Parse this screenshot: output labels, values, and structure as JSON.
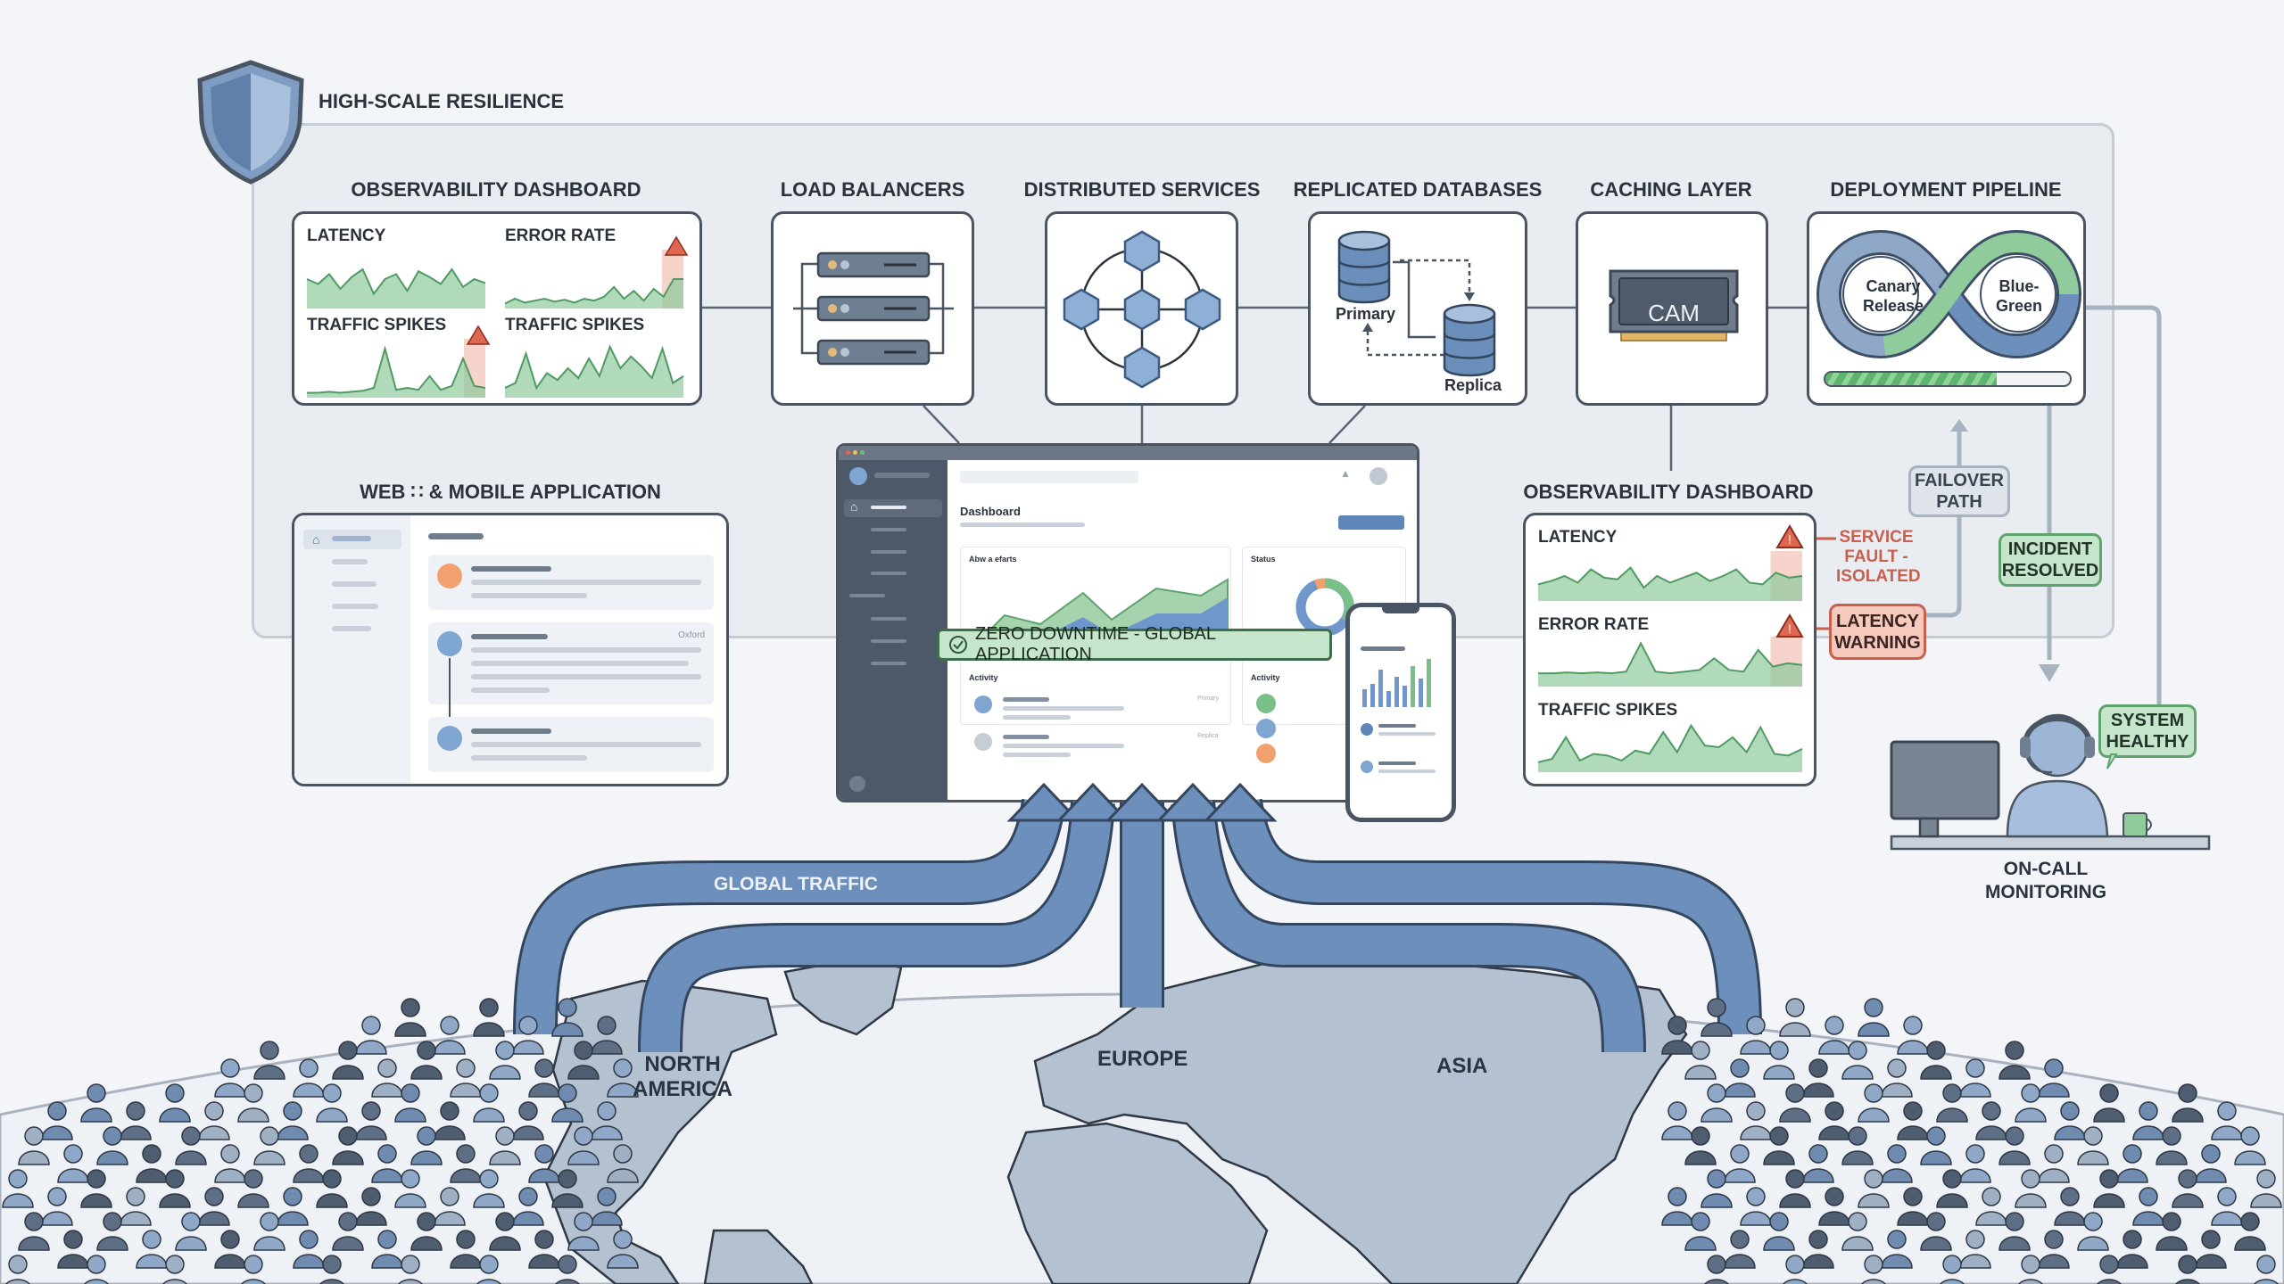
{
  "header": {
    "title": "HIGH-SCALE RESILIENCE",
    "icon": "shield-icon"
  },
  "observability_top": {
    "title": "OBSERVABILITY DASHBOARD",
    "charts": [
      "LATENCY",
      "ERROR RATE",
      "TRAFFIC SPIKES",
      "TRAFFIC SPIKES"
    ]
  },
  "load_balancers": {
    "title": "LOAD BALANCERS"
  },
  "distributed_services": {
    "title": "DISTRIBUTED SERVICES"
  },
  "replicated_databases": {
    "title": "REPLICATED DATABASES",
    "primary": "Primary",
    "replica": "Replica"
  },
  "caching_layer": {
    "title": "CACHING LAYER",
    "chip": "CAM"
  },
  "deployment_pipeline": {
    "title": "DEPLOYMENT PIPELINE",
    "left": "Canary Release",
    "right": "Blue-Green",
    "progress_percent": 70
  },
  "web_mobile": {
    "title": "WEB ∷ & MOBILE APPLICATION",
    "item_tag": "Oxford"
  },
  "app_window": {
    "page_title": "Dashboard",
    "chart_title": "Abw a efarts",
    "status_title": "Status",
    "activity": "Activity",
    "activity2": "Activity",
    "tag1": "Primary",
    "tag2": "Replica",
    "banner": "ZERO DOWNTIME - GLOBAL APPLICATION"
  },
  "observability_right": {
    "title": "OBSERVABILITY DASHBOARD",
    "charts": [
      "LATENCY",
      "ERROR RATE",
      "TRAFFIC SPIKES"
    ]
  },
  "callouts": {
    "service_fault": "SERVICE FAULT - ISOLATED",
    "latency_warning": "LATENCY WARNING",
    "failover": "FAILOVER PATH",
    "incident": "INCIDENT RESOLVED",
    "healthy": "SYSTEM HEALTHY",
    "oncall": "ON-CALL MONITORING"
  },
  "globe": {
    "traffic": "GLOBAL TRAFFIC",
    "regions": [
      "NORTH AMERICA",
      "EUROPE",
      "ASIA"
    ]
  },
  "colors": {
    "green": "#8fcb9b",
    "green_line": "#4f9a62",
    "alert": "#e0674f",
    "blue": "#5f86b8",
    "slate": "#4a5563"
  }
}
